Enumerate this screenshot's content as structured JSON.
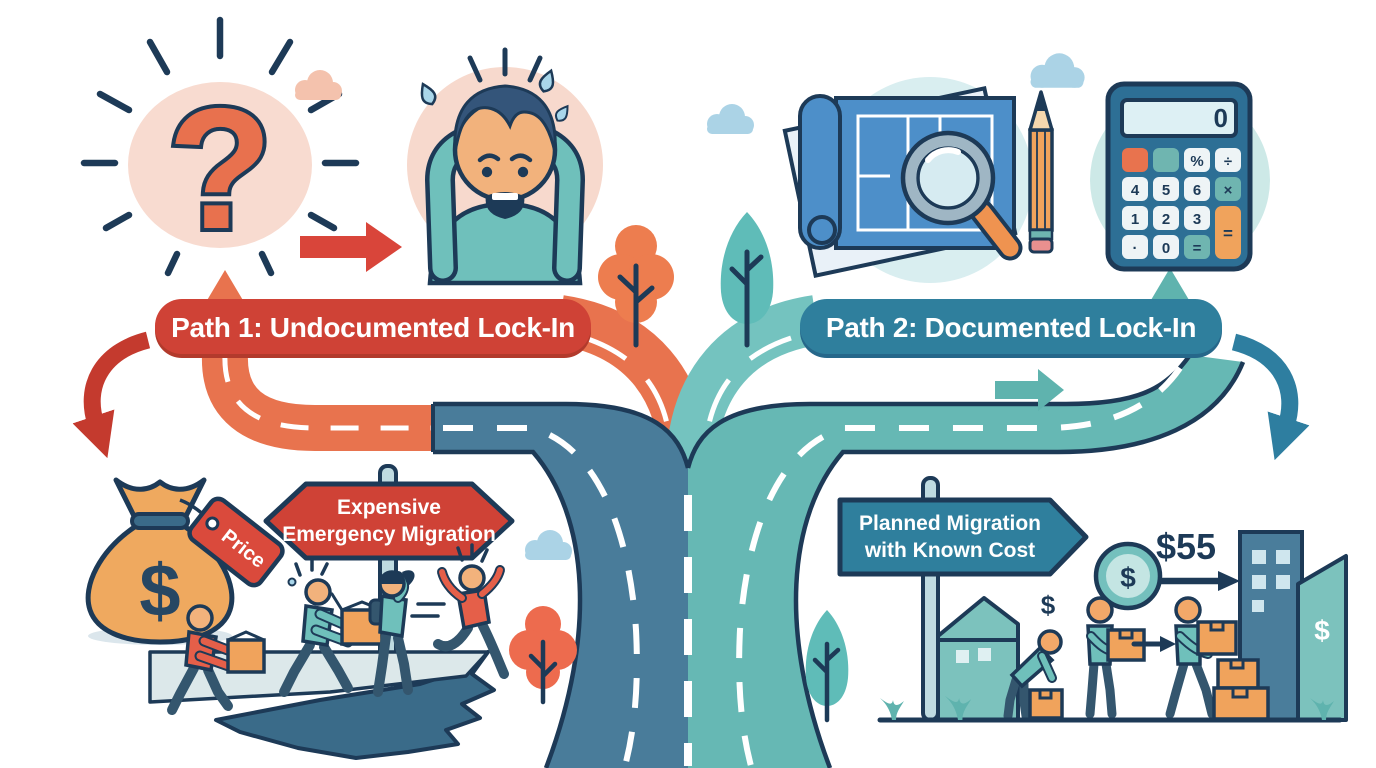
{
  "left_path": {
    "banner": "Path 1: Undocumented Lock-In",
    "question_mark": "?",
    "sign_line1": "Expensive",
    "sign_line2": "Emergency Migration",
    "price_tag_label": "Price",
    "money_bag_symbol": "$"
  },
  "right_path": {
    "banner": "Path 2: Documented Lock-In",
    "sign_line1": "Planned Migration",
    "sign_line2": "with Known Cost",
    "cost_label": "$55",
    "coin_symbol": "$",
    "floating_dollar": "$",
    "door_dollar": "$"
  },
  "calculator": {
    "display": "0",
    "buttons": {
      "percent": "%",
      "divide": "÷",
      "four": "4",
      "five": "5",
      "six": "6",
      "multiply": "×",
      "one": "1",
      "two": "2",
      "three": "3",
      "dot": "·",
      "zero": "0",
      "equals": "=",
      "equals_tall": "="
    }
  },
  "colors": {
    "red_banner": "#cf4236",
    "teal_banner": "#2f7f9d",
    "orange_road": "#e8734e",
    "teal_road": "#66b8b4",
    "slate_road": "#497c9a",
    "navy_outline": "#1d3a57",
    "pink_halo": "#f8dbd0",
    "skin": "#f2b27c",
    "box_orange": "#f0a35c"
  }
}
